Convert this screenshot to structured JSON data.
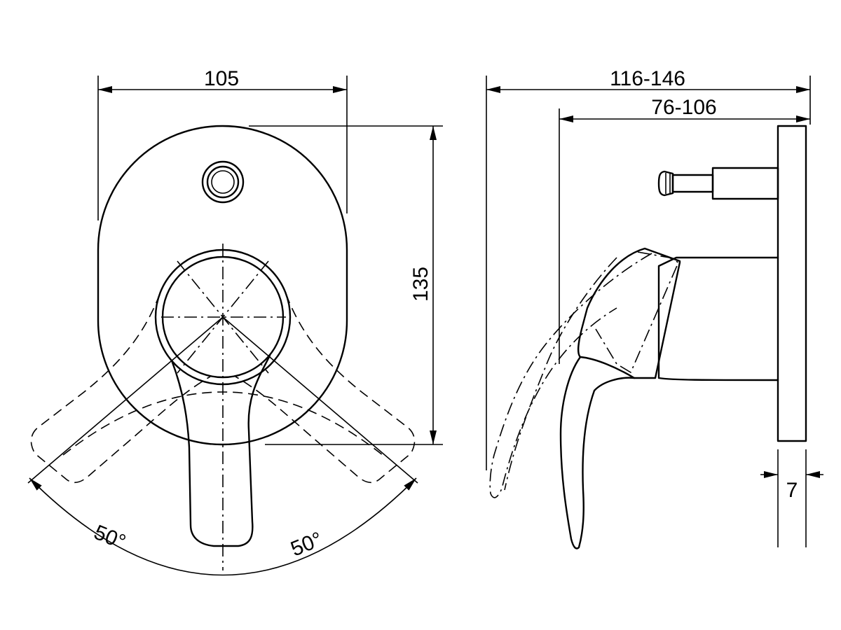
{
  "front_view": {
    "width_label": "105",
    "height_label": "135",
    "angle_left_label": "50°",
    "angle_right_label": "50°"
  },
  "side_view": {
    "overall_depth_label": "116-146",
    "body_depth_label": "76-106",
    "plate_thickness_label": "7"
  },
  "colors": {
    "line": "#000000",
    "background": "#ffffff"
  }
}
